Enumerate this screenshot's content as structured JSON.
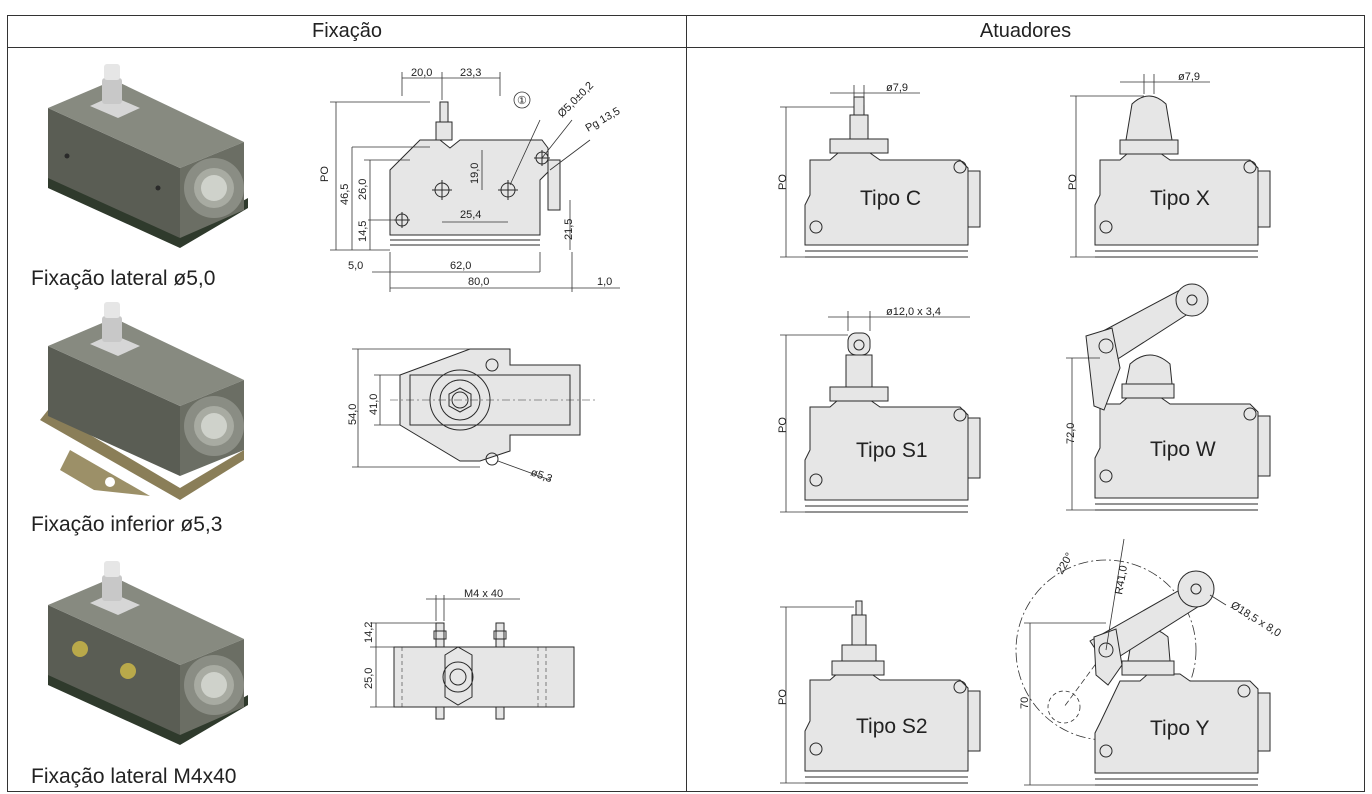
{
  "headers": {
    "fixing": "Fixação",
    "actuators": "Atuadores"
  },
  "fixings": [
    {
      "caption": "Fixação lateral ø5,0",
      "dims": {
        "top_a": "20,0",
        "top_b": "23,3",
        "callout": "①",
        "hole": "Ø5,0±0,2",
        "thread": "Pg 13,5",
        "po": "PO",
        "h_total": "46,5",
        "h_body": "26,0",
        "h_hole": "14,5",
        "v_19": "19,0",
        "h_25": "25,4",
        "v_21": "21,5",
        "left_off": "5,0",
        "w_62": "62,0",
        "w_80": "80,0",
        "right_off": "1,0"
      }
    },
    {
      "caption": "Fixação inferior ø5,3",
      "dims": {
        "h_54": "54,0",
        "h_41": "41,0",
        "hole": "ø5,3"
      }
    },
    {
      "caption": "Fixação lateral M4x40",
      "dims": {
        "screw": "M4 x 40",
        "h_14": "14,2",
        "h_25": "25,0"
      }
    }
  ],
  "actuators": [
    {
      "type": "Tipo C",
      "po": "PO",
      "dim": "ø7,9"
    },
    {
      "type": "Tipo X",
      "po": "PO",
      "dim": "ø7,9"
    },
    {
      "type": "Tipo S1",
      "po": "PO",
      "dim": "ø12,0 x 3,4"
    },
    {
      "type": "Tipo W",
      "height": "72,0"
    },
    {
      "type": "Tipo S2",
      "po": "PO"
    },
    {
      "type": "Tipo Y",
      "height": "70",
      "angle": "220°",
      "radius": "R41,0",
      "roller": "Ø18,5 x 8,0"
    }
  ],
  "colors": {
    "border": "#333333",
    "line": "#2a2a2a",
    "body_fill": "#e6e6e6",
    "switch_dark": "#4e5048",
    "switch_light": "#7a7d72",
    "dim": "#333333"
  }
}
